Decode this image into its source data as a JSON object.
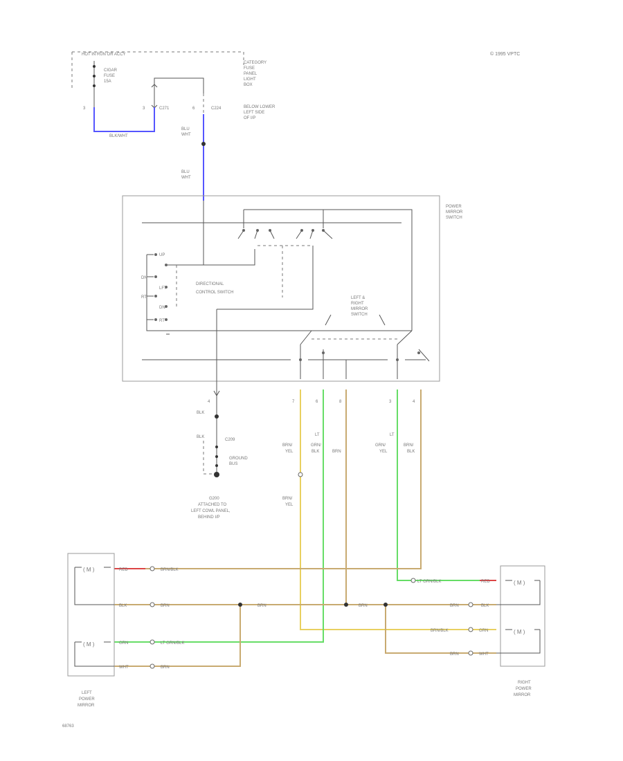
{
  "header": {
    "copyright": "© 1995 VPTC"
  },
  "footer": {
    "figure_id": "68763"
  },
  "top": {
    "block_label": "HOT IN RUN OR ACCY",
    "fuse_label": [
      "CIGAR",
      "FUSE",
      "15A"
    ],
    "fusebox_label": [
      "CATEGORY",
      "FUSE",
      "PANEL",
      "LIGHT",
      "BOX",
      "BELOW LOWER",
      "LEFT SIDE",
      "OF I/P"
    ],
    "conn_1": "C271",
    "conn_2": "C224",
    "pin_left": "3",
    "pin_mid": "3",
    "pin_right": "6",
    "wire_blue": "BLK/WHT",
    "wire_a": [
      "BLU",
      "WHT"
    ],
    "wire_b": [
      "BLU",
      "WHT"
    ]
  },
  "switch": {
    "title": [
      "POWER",
      "MIRROR",
      "SWITCH"
    ],
    "dir_label": [
      "DIRECTIONAL",
      "CONTROL SWITCH"
    ],
    "sel_label": [
      "LEFT &",
      "RIGHT",
      "MIRROR",
      "SWITCH"
    ],
    "dir_contacts": [
      "UP",
      "DN",
      "LFT",
      "RT",
      "DN",
      "RT"
    ],
    "pins": [
      "7",
      "6",
      "8",
      "3",
      "4"
    ]
  },
  "ground": {
    "pin": "4",
    "wire_1": "BLK",
    "wire_2": "BLK",
    "conn": "C209",
    "splice": [
      "GROUND",
      "BUS"
    ],
    "location": [
      "G200",
      "ATTACHED TO",
      "LEFT COWL PANEL,",
      "BEHIND I/P"
    ]
  },
  "harness": {
    "w1": [
      "BRN/",
      "YEL"
    ],
    "w2": [
      "LT",
      "GRN/",
      "BLK"
    ],
    "w3": "BRN",
    "w4": [
      "LT",
      "GRN/",
      "YEL"
    ],
    "w5": [
      "BRN/",
      "BLK"
    ],
    "w6": [
      "BRN/",
      "YEL"
    ]
  },
  "left_mirror": {
    "label": [
      "LEFT",
      "POWER",
      "MIRROR"
    ],
    "rows": [
      {
        "pin_color": "RED",
        "wire": "BRN/BLK"
      },
      {
        "pin_color": "BLK",
        "wire": "BRN"
      },
      {
        "pin_color": "GRN",
        "wire": "LT GRN/BLK"
      },
      {
        "pin_color": "WHT",
        "wire": "BRN"
      }
    ]
  },
  "right_mirror": {
    "label": [
      "RIGHT",
      "POWER",
      "MIRROR"
    ],
    "rows": [
      {
        "pin_color": "RED",
        "wire": "LT GRN/BLK"
      },
      {
        "pin_color": "BLK",
        "wire": "BRN"
      },
      {
        "pin_color": "GRN",
        "wire": "BRN/BLK"
      },
      {
        "pin_color": "WHT",
        "wire": "BRN"
      }
    ]
  },
  "mid_wires": [
    "BRN",
    "BRN"
  ]
}
